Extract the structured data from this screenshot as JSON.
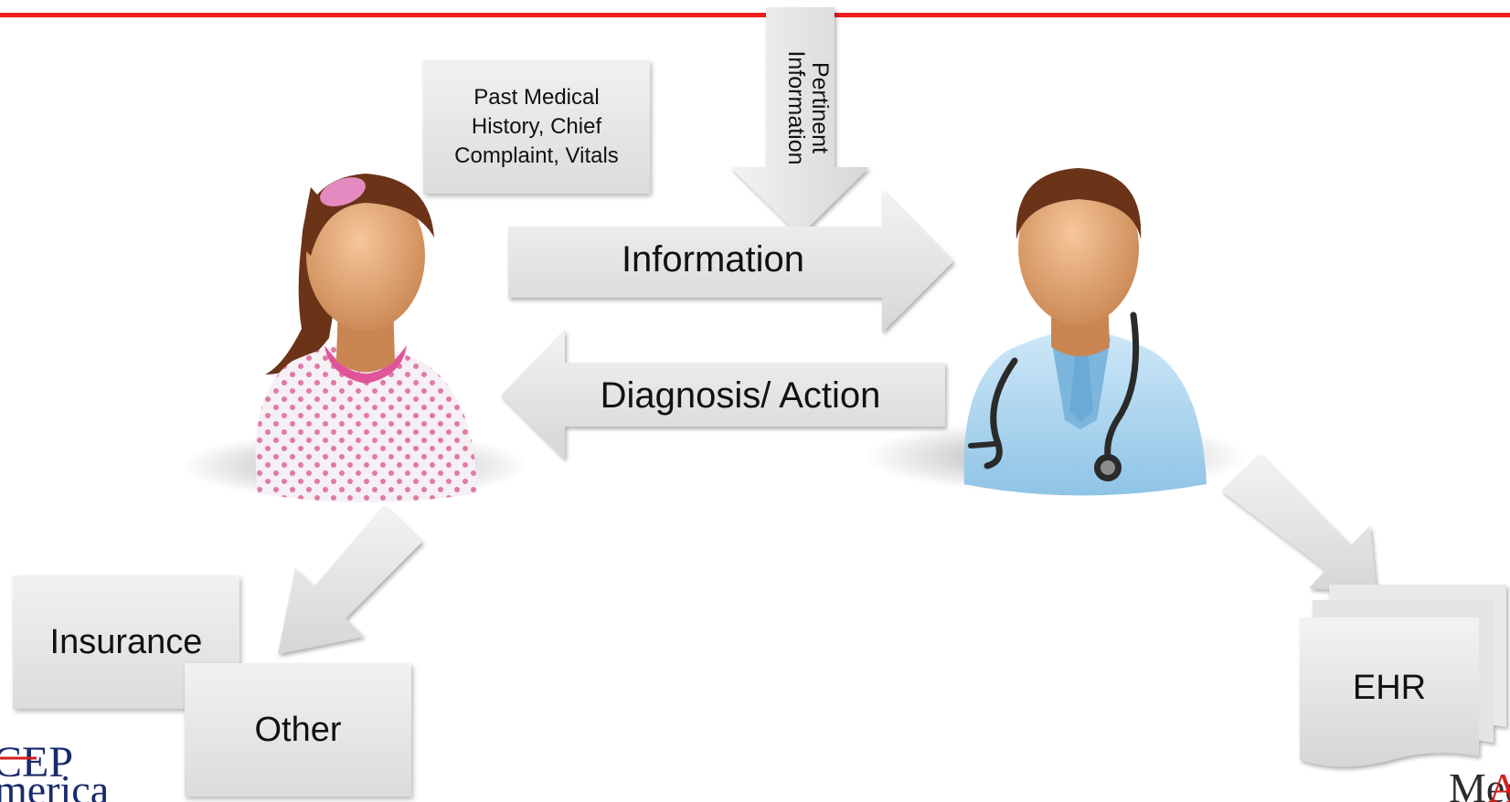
{
  "diagram": {
    "patient_history_box": "Past Medical History, Chief Complaint, Vitals",
    "pertinent_arrow_label": "Pertinent Information",
    "information_arrow_label": "Information",
    "diagnosis_arrow_label": "Diagnosis/ Action",
    "insurance_box": "Insurance",
    "other_box": "Other",
    "ehr_doc": "EHR"
  },
  "logos": {
    "left_logo_text": "CEP America",
    "right_logo_text": "MedA"
  },
  "colors": {
    "accent_line": "#ee1c1c",
    "shape_fill": "#e6e6e6",
    "patient_gown_dots": "#e07aa8",
    "doctor_coat": "#a9d3ee"
  }
}
